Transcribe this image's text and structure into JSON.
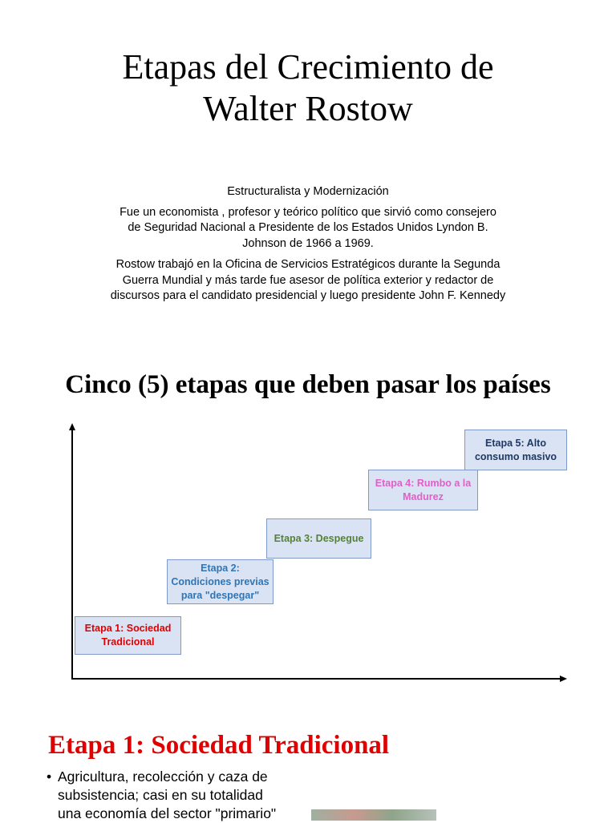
{
  "header": {
    "title_line1": "Etapas del Crecimiento de",
    "title_line2": "Walter Rostow"
  },
  "intro": {
    "subtitle": "Estructuralista y Modernización",
    "paragraph1": [
      "Fue un economista , profesor y teórico político que sirvió como consejero",
      "de Seguridad Nacional a Presidente de los Estados Unidos Lyndon B.",
      "Johnson de 1966 a 1969."
    ],
    "paragraph2": [
      "Rostow trabajó en la Oficina de Servicios Estratégicos durante la Segunda",
      "Guerra Mundial y más tarde fue asesor de política exterior y redactor de",
      "discursos para el candidato presidencial y luego presidente John F. Kennedy"
    ]
  },
  "section": {
    "title": "Cinco (5) etapas que deben pasar los países"
  },
  "stages": [
    {
      "lines": [
        "Etapa 1: Sociedad",
        "Tradicional"
      ],
      "color": "#e00000"
    },
    {
      "lines": [
        "Etapa 2:",
        "Condiciones previas",
        "para \"despegar\""
      ],
      "color": "#2e75b6"
    },
    {
      "lines": [
        "Etapa 3: Despegue"
      ],
      "color": "#548235"
    },
    {
      "lines": [
        "Etapa 4: Rumbo a la",
        "Madurez"
      ],
      "color": "#e060c8"
    },
    {
      "lines": [
        "Etapa 5: Alto",
        "consumo masivo"
      ],
      "color": "#1f3864"
    }
  ],
  "etapa1": {
    "heading": "Etapa 1: Sociedad Tradicional",
    "bullet_symbol": "•",
    "bullet_lines": [
      "Agricultura, recolección y caza de",
      "subsistencia; casi en su totalidad",
      "una economía del sector \"primario\""
    ]
  }
}
